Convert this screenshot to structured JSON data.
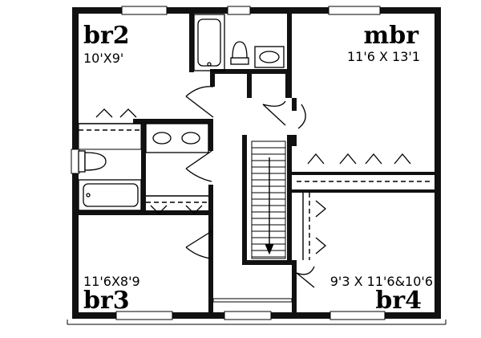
{
  "rooms": {
    "br2": {
      "name": "br2",
      "dimensions": "10'X9'"
    },
    "mbr": {
      "name": "mbr",
      "dimensions": "11'6 X 13'1"
    },
    "br3": {
      "name": "br3",
      "dimensions": "11'6X8'9"
    },
    "br4": {
      "name": "br4",
      "dimensions": "9'3 X 11'6&10'6"
    }
  },
  "colors": {
    "ink": "#000000",
    "paper": "#ffffff",
    "wall_fill": "#111111"
  }
}
